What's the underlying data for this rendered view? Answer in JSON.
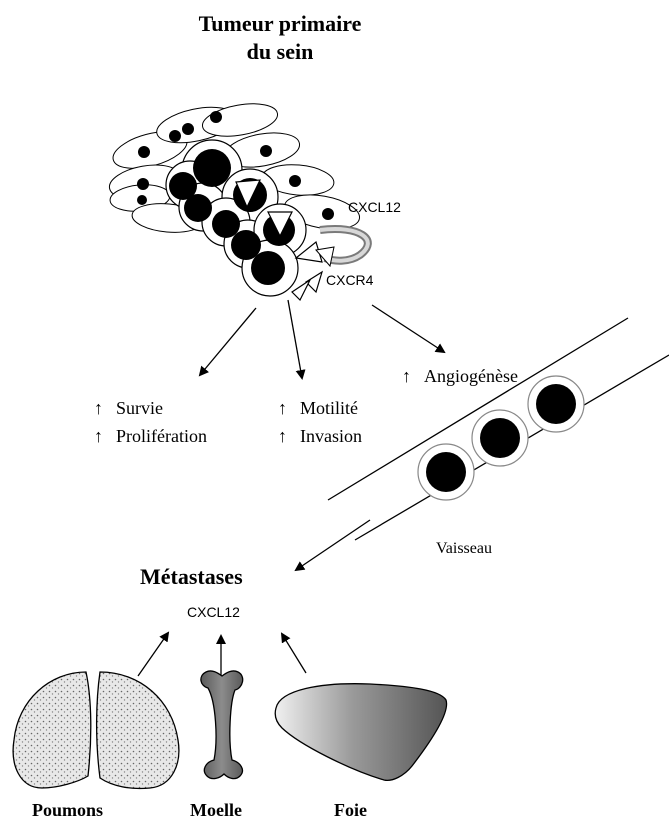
{
  "title": {
    "line1": "Tumeur primaire",
    "line2": "du sein"
  },
  "tumor": {
    "ligand_label": "CXCL12",
    "receptor_label": "CXCR4"
  },
  "effects": {
    "up_symbol": "↑",
    "group1": [
      "Survie",
      "Prolifération"
    ],
    "group2": [
      "Motilité",
      "Invasion"
    ],
    "group3": [
      "Angiogénèse"
    ]
  },
  "vessel": {
    "label": "Vaisseau"
  },
  "metastases": {
    "title": "Métastases",
    "chemokine": "CXCL12"
  },
  "organs": {
    "lungs": "Poumons",
    "marrow": "Moelle",
    "liver": "Foie"
  }
}
